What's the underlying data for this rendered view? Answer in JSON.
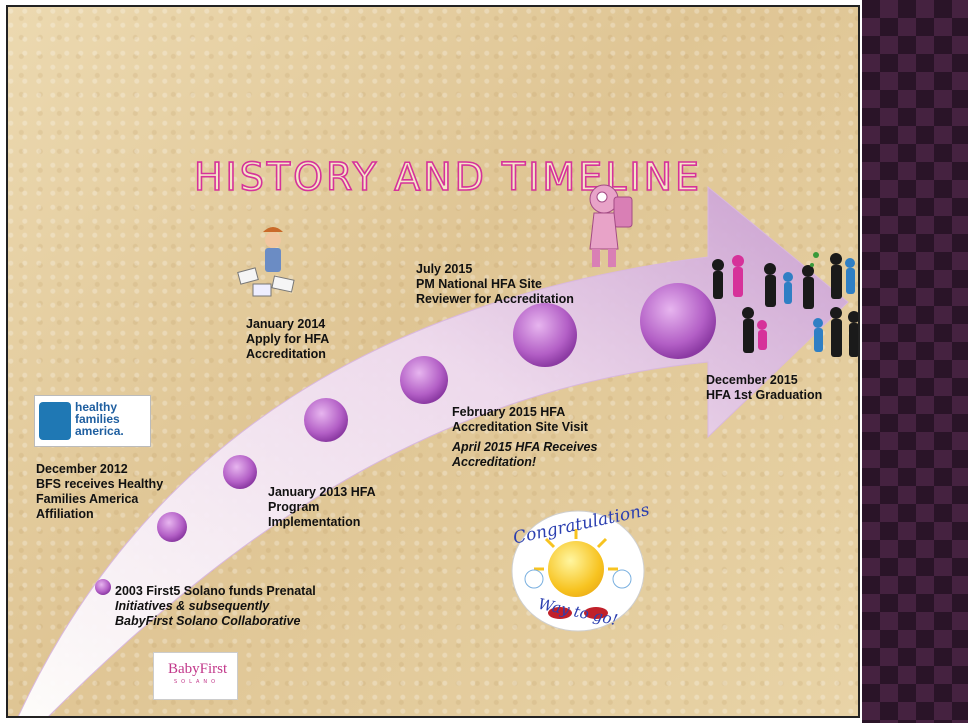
{
  "slide": {
    "title": "HISTORY  AND TIMELINE",
    "events": {
      "e2003_a": "2003 First5 Solano funds Prenatal",
      "e2003_b": "Initiatives & subsequently\nBabyFirst Solano Collaborative",
      "e2012": "December 2012\nBFS receives Healthy\nFamilies America\nAffiliation",
      "e2013": "January 2013 HFA\nProgram\nImplementation",
      "e2014": "January 2014\nApply for HFA\nAccreditation",
      "e2015feb": "February 2015 HFA\nAccreditation Site Visit",
      "e2015apr": "April 2015 HFA Receives\nAccreditation!",
      "e2015jul": "July 2015\nPM National HFA Site\nReviewer for Accreditation",
      "e2015dec": "December 2015\nHFA 1st Graduation"
    },
    "logos": {
      "hfa_text": "healthy\nfamilies\namerica.",
      "babyfirst_name": "BabyFirst",
      "babyfirst_sub": "SOLANO"
    },
    "congrats": {
      "top": "Congratulations",
      "bottom": "Way to go!"
    }
  },
  "colors": {
    "title_stroke": "#d6329a",
    "bubble": "#b35fc6",
    "panel": "#2a1428",
    "arrow": "#e4c6e8"
  }
}
